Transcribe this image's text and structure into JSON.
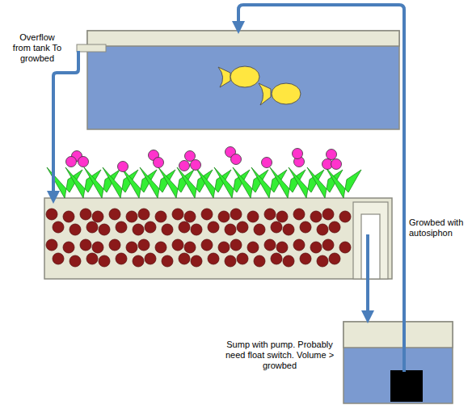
{
  "diagram": {
    "nodes": [
      {
        "text": [
          "Growbed with autosiphon"
        ]
      },
      {
        "text": [
          "Sump with pump. Probably need float switch. Volume > growbed"
        ]
      }
    ],
    "edges": [
      {
        "from": 0,
        "to": 1,
        "arrow": "to"
      }
    ],
    "labels": [
      "Overflow from tank To growbed"
    ]
  }
}
